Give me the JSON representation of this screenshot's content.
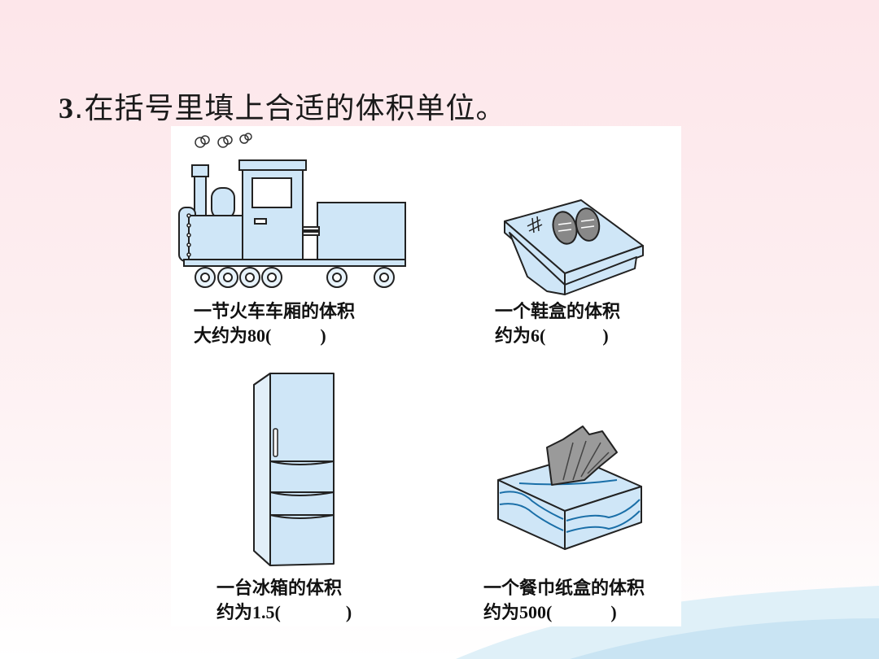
{
  "question": {
    "number": "3",
    "text": ".在括号里填上合适的体积单位。"
  },
  "items": [
    {
      "line1": "一节火车车厢的体积",
      "line2": "大约为80(",
      "close": ")",
      "icon": "train-icon"
    },
    {
      "line1": "一个鞋盒的体积",
      "line2": "约为6(",
      "close": ")",
      "icon": "shoebox-icon"
    },
    {
      "line1": "一台冰箱的体积",
      "line2": "约为1.5(",
      "close": ")",
      "icon": "fridge-icon"
    },
    {
      "line1": "一个餐巾纸盒的体积",
      "line2": "约为500(",
      "close": ")",
      "icon": "tissue-box-icon"
    }
  ],
  "colors": {
    "fill": "#cfe6f7",
    "stroke": "#222222",
    "background": "#fde8ec",
    "wave": "#d9ecf7"
  }
}
